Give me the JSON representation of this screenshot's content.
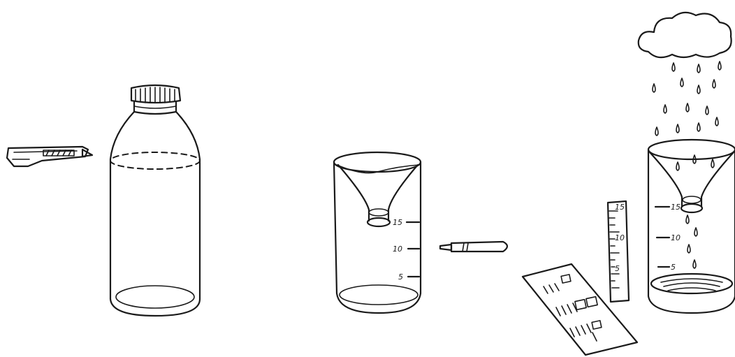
{
  "steps": [
    {
      "id": "cut-bottle"
    },
    {
      "id": "mark-scale"
    },
    {
      "id": "collect-rain"
    }
  ],
  "scale_labels": {
    "marker_cup": [
      "15",
      "10",
      "5"
    ],
    "rain_gauge": [
      "15",
      "10",
      "5"
    ]
  },
  "colors": {
    "ink": "#1a1a1a",
    "background": "#ffffff"
  },
  "icons": [
    "utility-knife-icon",
    "bottle-icon",
    "marker-pen-icon",
    "cloud-icon",
    "raindrop-icon",
    "ruler-icon",
    "notepad-icon"
  ]
}
